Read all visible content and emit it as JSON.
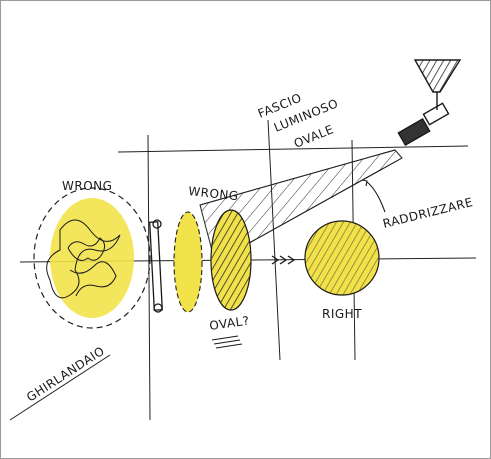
{
  "labels": {
    "wrong_left": "WRONG",
    "wrong_mid": "WRONG",
    "oval": "OVAL?",
    "right": "RIGHT",
    "ghirlandaio": "GHIRLANDAIO",
    "fascio_line1": "FASCIO",
    "fascio_line2": "LUMINOSO",
    "fascio_line3": "OVALE",
    "raddrizzare": "RADDRIZZARE"
  },
  "colors": {
    "ink": "#1a1a1a",
    "highlight": "#f2e24a",
    "frame": "#9a9a9a"
  }
}
